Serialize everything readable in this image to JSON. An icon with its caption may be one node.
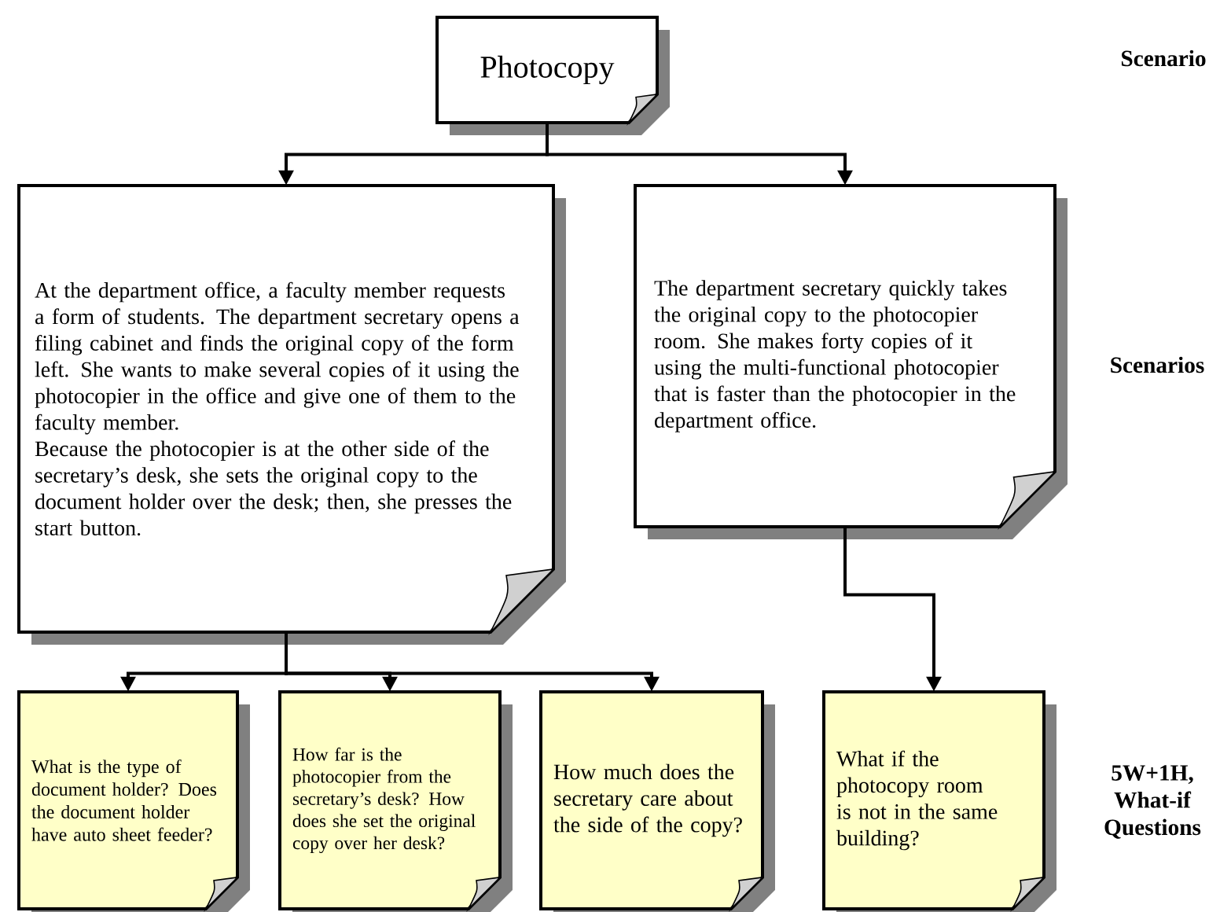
{
  "diagram": {
    "nodes": [
      {
        "text": [
          "Photocopy"
        ]
      },
      {
        "text": [
          "At the department office, a faculty member requests a form of students.  The department secretary opens a filing cabinet and finds the original copy of the form left.  She wants to make several copies of it using the photocopier in the office and give one of them to the faculty member.",
          "Because the photocopier is at the other side of the secretary’s desk, she sets the original copy to the document holder over the desk; then, she presses the start button."
        ]
      },
      {
        "text": [
          "The department secretary quickly takes the original copy to the photocopier room.  She makes forty copies of it using the multi-functional photocopier that is faster than the photocopier in the department office."
        ]
      },
      {
        "text": [
          "What is the type of document holder? Does the document holder have auto sheet feeder?"
        ]
      },
      {
        "text": [
          "How far is the photocopier from the secretary’s desk?  How does she set the original copy over her desk?"
        ]
      },
      {
        "text": [
          "How much does the secretary care about the side of the copy?"
        ]
      },
      {
        "text": [
          "What if the photocopy room is not in the same building?"
        ]
      }
    ],
    "edges": [
      {
        "from": 0,
        "to": 1,
        "arrow": "to"
      },
      {
        "from": 0,
        "to": 2,
        "arrow": "to"
      },
      {
        "from": 1,
        "to": 3,
        "arrow": "to"
      },
      {
        "from": 1,
        "to": 4,
        "arrow": "to"
      },
      {
        "from": 1,
        "to": 5,
        "arrow": "to"
      },
      {
        "from": 2,
        "to": 6,
        "arrow": "to"
      }
    ],
    "labels": [
      "Scenario",
      "Scenarios",
      "5W+1H, What-if Questions"
    ]
  }
}
